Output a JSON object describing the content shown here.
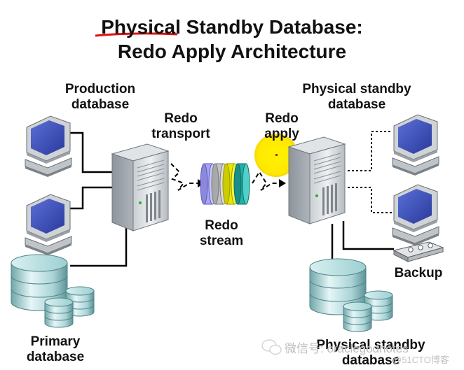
{
  "title": {
    "line1_underlined": "Physical",
    "line1_rest": " Standby Database:",
    "line2": "Redo Apply Architecture"
  },
  "labels": {
    "production_1": "Production",
    "production_2": "database",
    "redo_transport_1": "Redo",
    "redo_transport_2": "transport",
    "redo_apply_1": "Redo",
    "redo_apply_2": "apply",
    "physical_standby_top_1": "Physical standby",
    "physical_standby_top_2": "database",
    "redo_stream_1": "Redo",
    "redo_stream_2": "stream",
    "backup": "Backup",
    "primary_1": "Primary",
    "primary_2": "database",
    "physical_standby_bottom_1": "Physical standby",
    "physical_standby_bottom_2": "database"
  },
  "watermark": {
    "main": "微信号: oraclegodnotes",
    "sub": "@51CTO博客"
  },
  "colors": {
    "title_underline": "#e01010",
    "highlight": "#ffee00",
    "redo_disks": [
      "#a9a6f0",
      "#c4c4c4",
      "#e8e800",
      "#20b2aa"
    ]
  },
  "icons": [
    "monitor-icon",
    "server-icon",
    "database-stack-icon",
    "tape-backup-icon",
    "wechat-icon"
  ]
}
